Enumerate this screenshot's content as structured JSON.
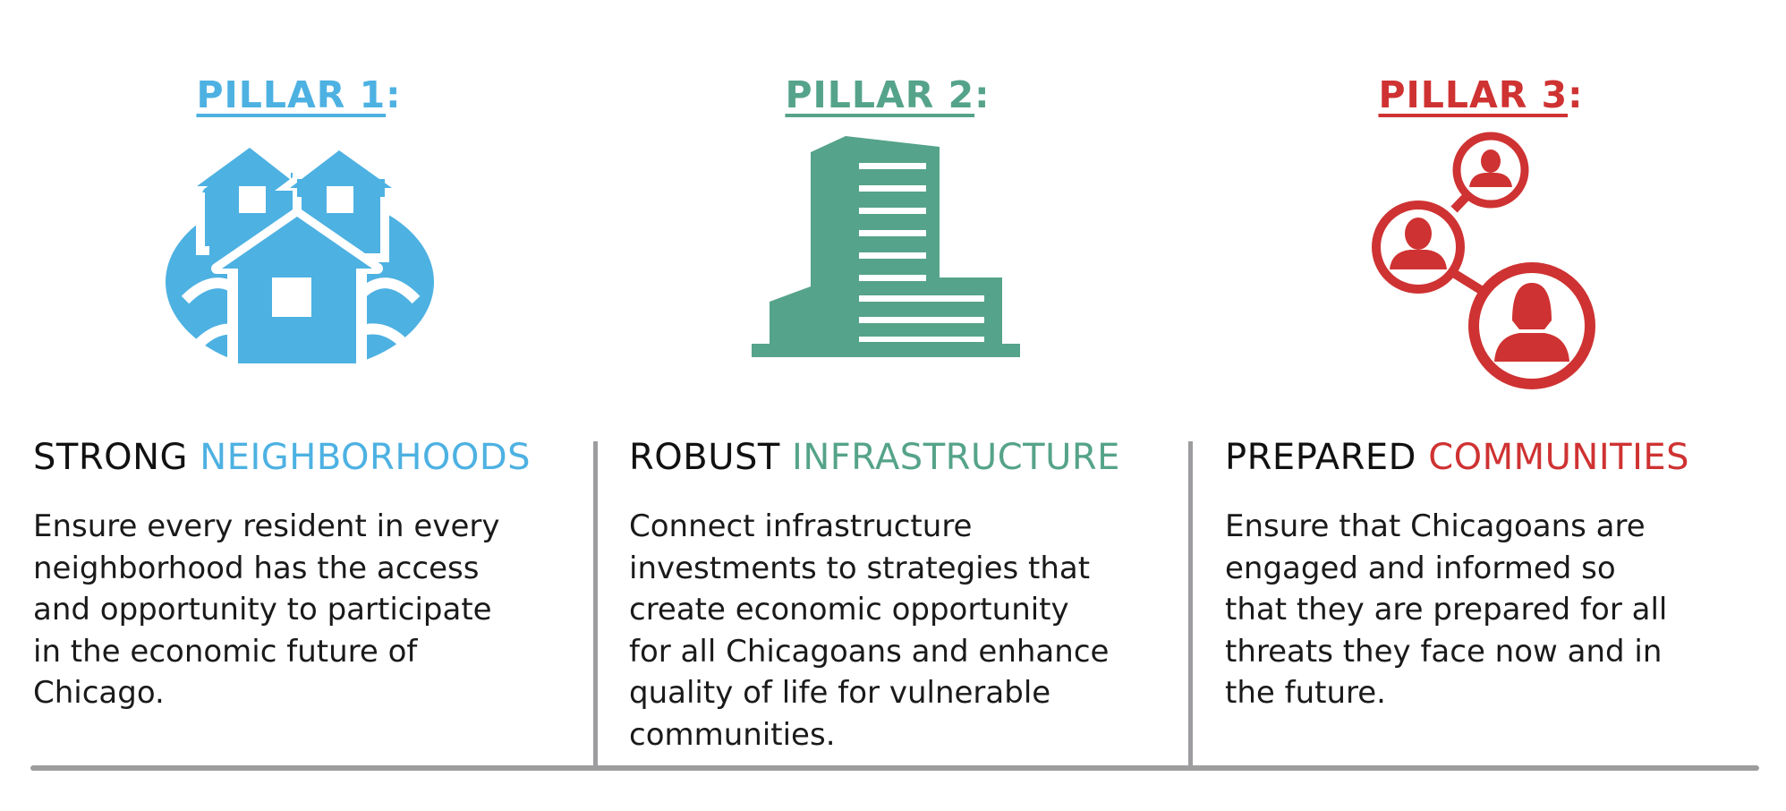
{
  "colors": {
    "blue": "#4db1e2",
    "green": "#55a38a",
    "red": "#cf3232",
    "dark": "#111111",
    "divider": "#9d9d9f"
  },
  "pillars": [
    {
      "heading": "PILLAR 1",
      "colon": ":",
      "icon": "houses-neighborhood-icon",
      "title_lead": "STRONG",
      "title_accent": "NEIGHBORHOODS",
      "lines": [
        "Ensure every resident in every",
        "neighborhood has the access",
        "and opportunity to participate",
        "in the economic future of",
        "Chicago."
      ]
    },
    {
      "heading": "PILLAR 2",
      "colon": ":",
      "icon": "building-icon",
      "title_lead": "ROBUST",
      "title_accent": "INFRASTRUCTURE",
      "lines": [
        "Connect infrastructure",
        "investments to strategies that",
        "create economic opportunity",
        "for all Chicagoans and enhance",
        "quality of life for vulnerable",
        "communities."
      ]
    },
    {
      "heading": "PILLAR 3",
      "colon": ":",
      "icon": "people-network-icon",
      "title_lead": "PREPARED",
      "title_accent": "COMMUNITIES",
      "lines": [
        "Ensure that Chicagoans are",
        "engaged and informed so",
        "that they are prepared for all",
        "threats they face now and in",
        "the future."
      ]
    }
  ]
}
